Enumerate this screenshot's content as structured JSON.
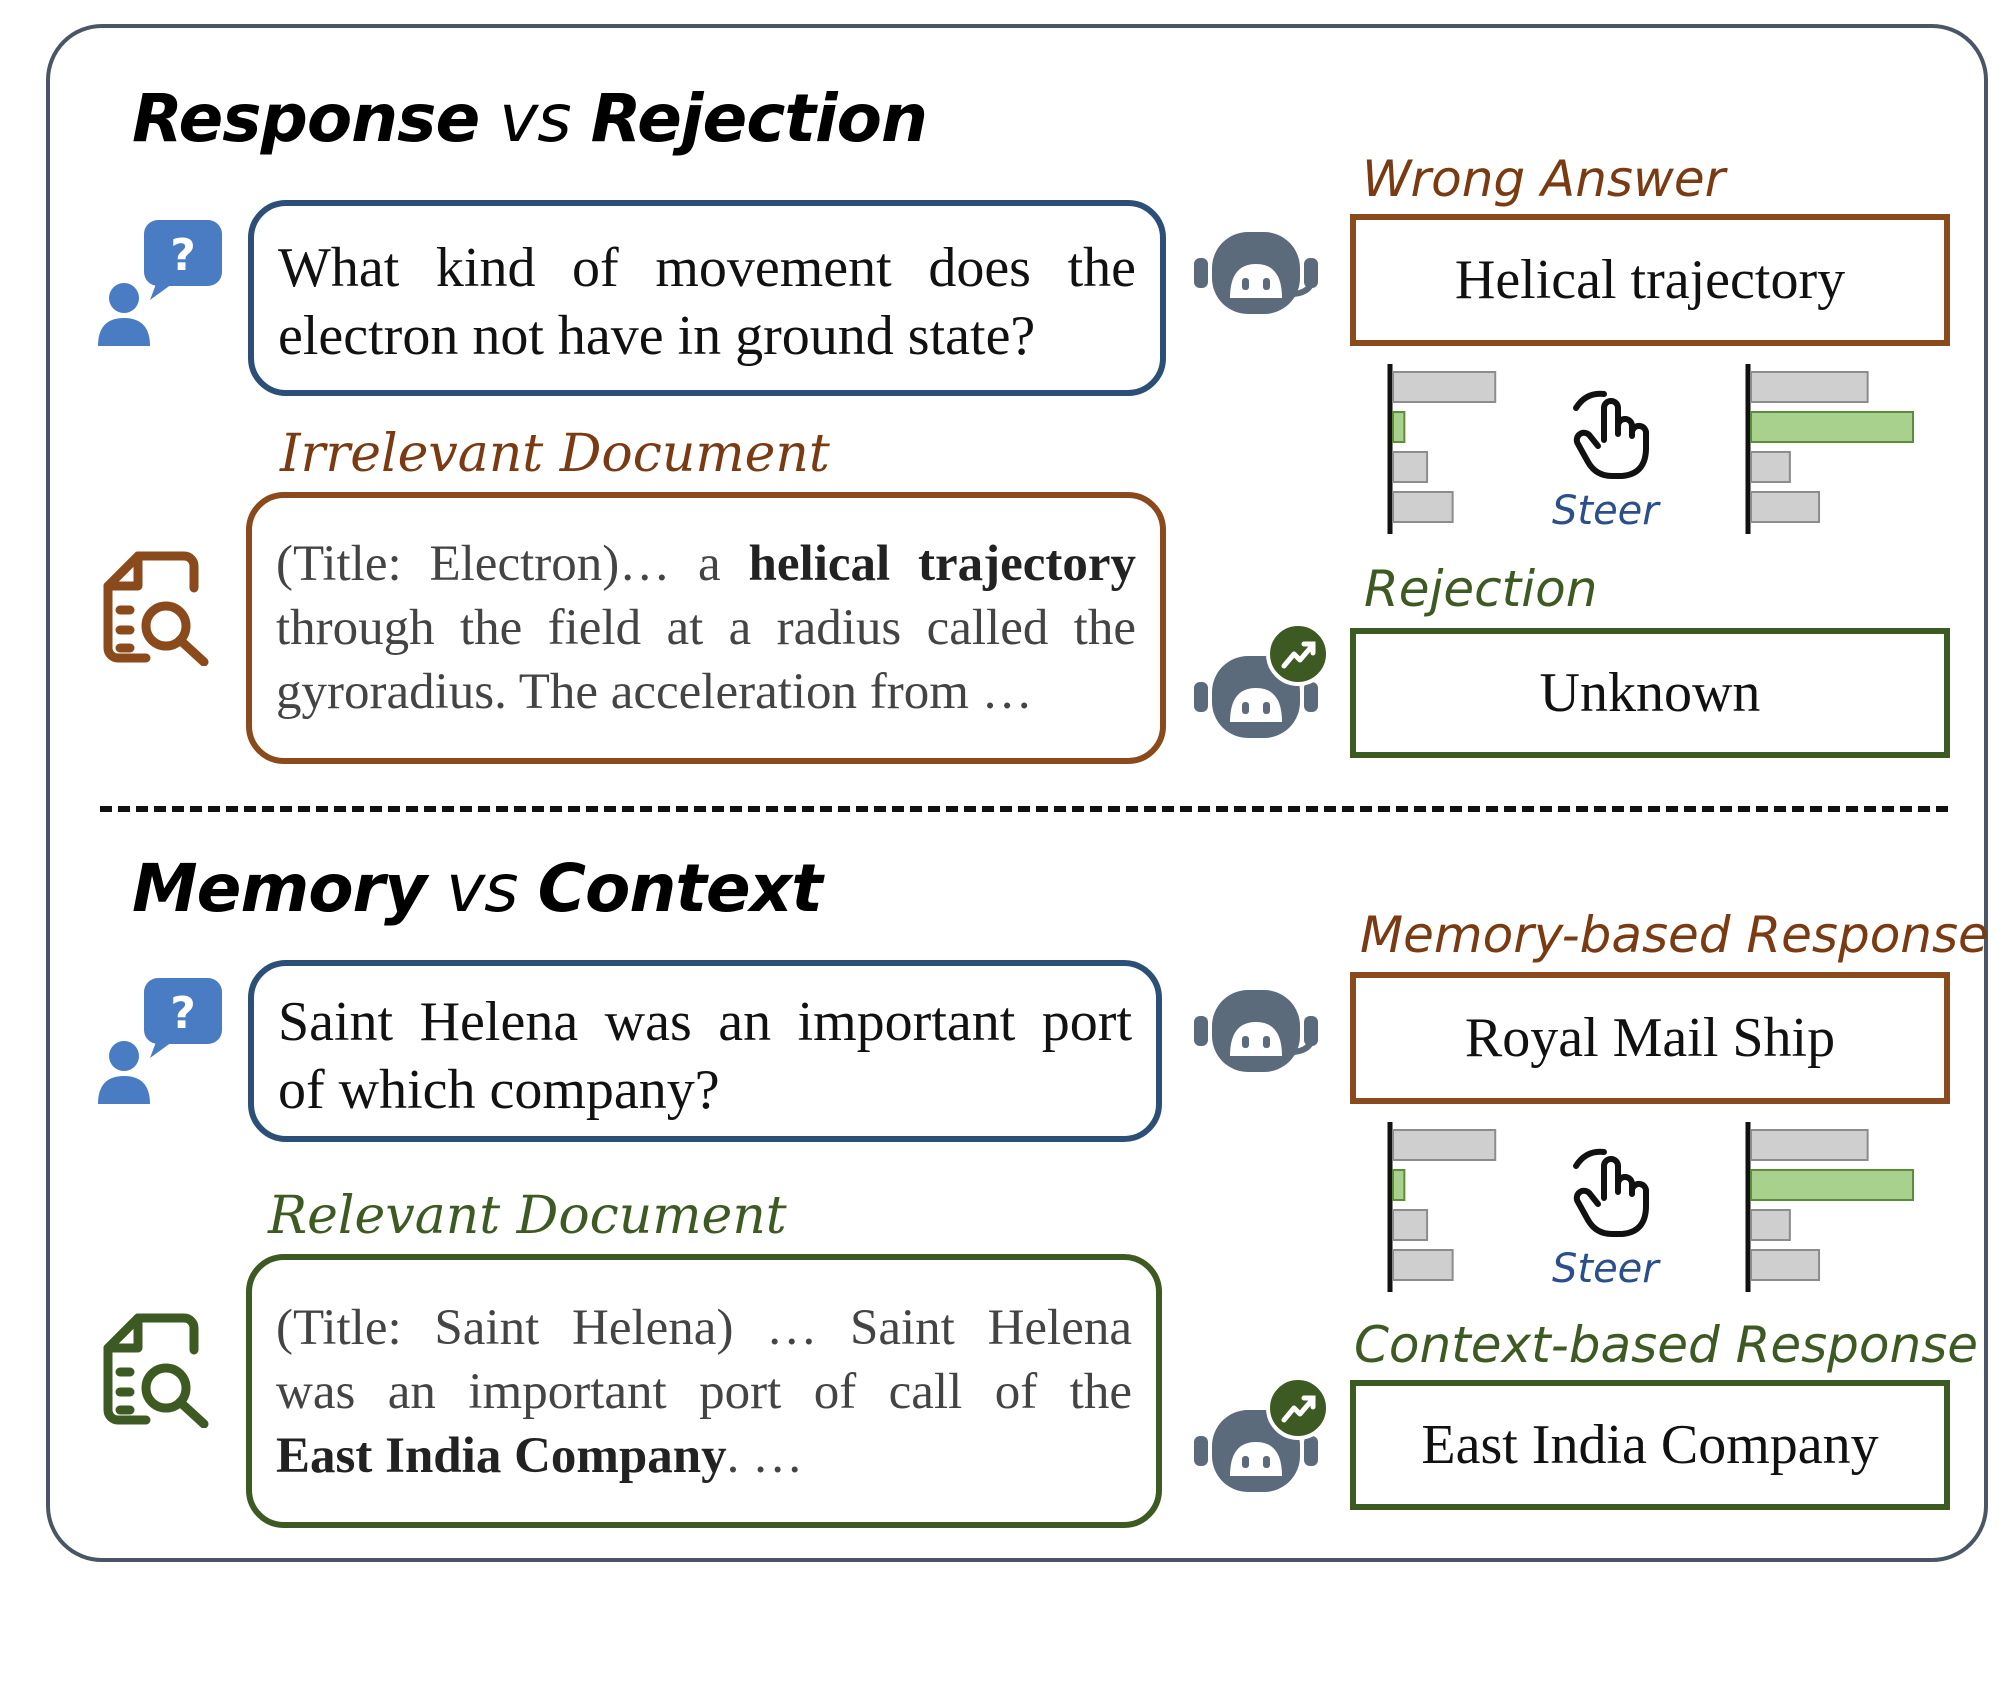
{
  "section1": {
    "title_a": "Response",
    "title_vs": "vs",
    "title_b": "Rejection",
    "question_lines": [
      "What kind of movement does the",
      "electron not have in ground state?"
    ],
    "doc_label": "Irrelevant Document",
    "doc_line1_pre": "(Title: Electron)… a ",
    "doc_line1_bold": "helical trajectory",
    "doc_line2": "through the field at a radius called the",
    "doc_line3": "gyroradius. The acceleration from …",
    "answer_label": "Wrong Answer",
    "answer_text": "Helical trajectory",
    "steer_label": "Steer",
    "steered_label": "Rejection",
    "steered_text": "Unknown"
  },
  "section2": {
    "title_a": "Memory",
    "title_vs": "vs",
    "title_b": "Context",
    "question_lines": [
      "Saint Helena was an important port",
      "of which company?"
    ],
    "doc_label": "Relevant Document",
    "doc_line1": "(Title: Saint Helena) … Saint Helena",
    "doc_line2": "was an important port of call of the",
    "doc_line3_bold": "East India Company",
    "doc_line3_post": ". …",
    "answer_label": "Memory-based Response",
    "answer_text": "Royal Mail Ship",
    "steer_label": "Steer",
    "steered_label": "Context-based Response",
    "steered_text": "East India Company"
  },
  "bar_charts": {
    "before": [
      0.72,
      0.08,
      0.24,
      0.42
    ],
    "after": [
      0.72,
      1.0,
      0.24,
      0.42
    ]
  },
  "colors": {
    "user_icon": "#4a7cc4",
    "robot_icon": "#5b6b7c",
    "brown": "#8a4a1c",
    "green": "#3e5a23",
    "question_border": "#2b4f76",
    "steer_text": "#2b4f8a",
    "bar_gray": "#cfcfcf",
    "bar_green": "#a9d18e"
  },
  "icons": [
    "user-question-icon",
    "document-search-icon",
    "robot-icon",
    "robot-boost-icon",
    "tap-hand-icon"
  ]
}
